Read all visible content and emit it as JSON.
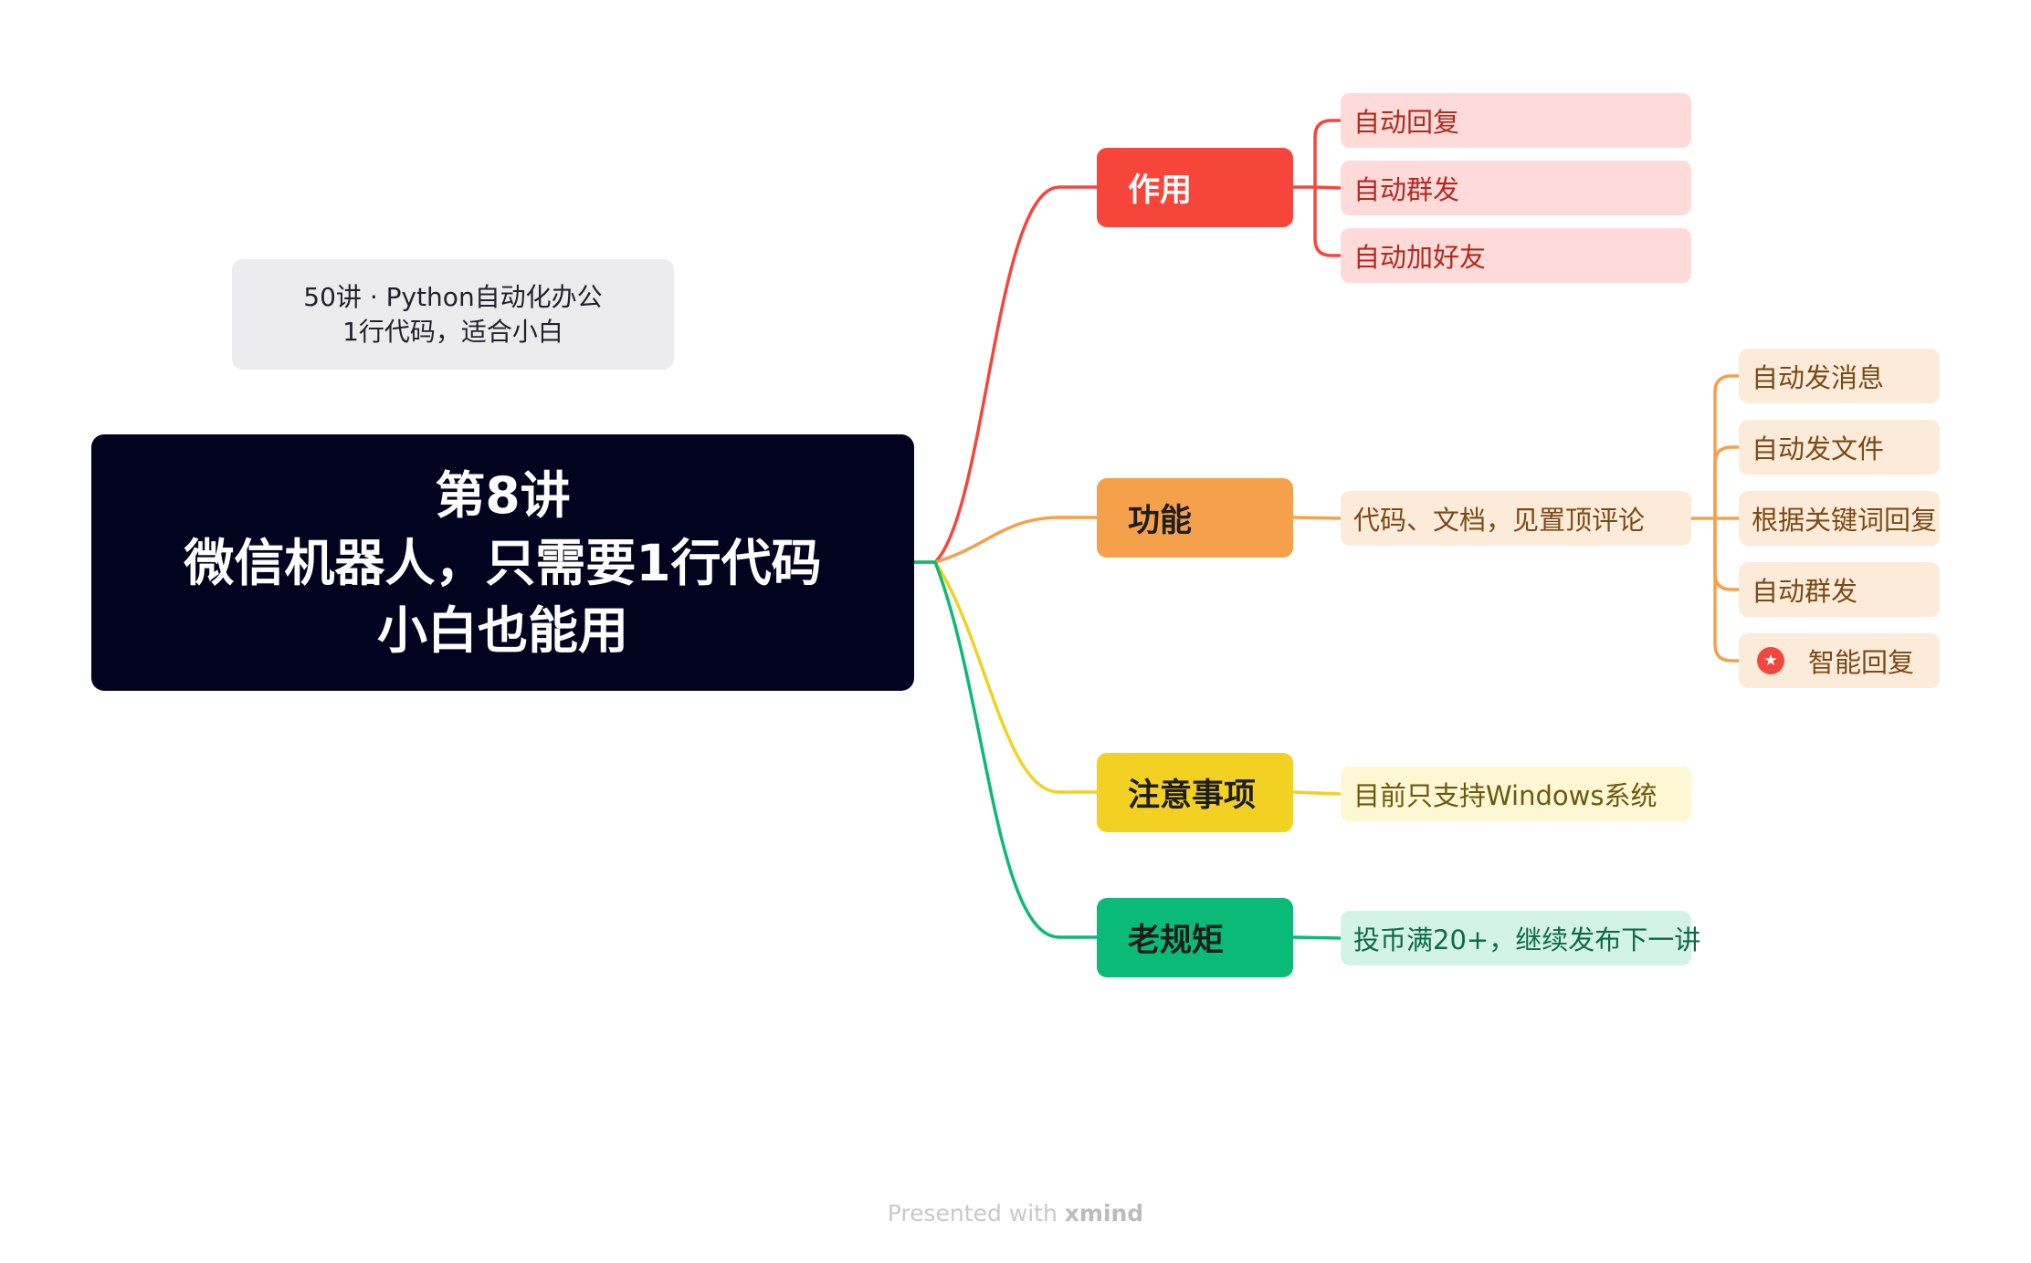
{
  "note": {
    "line1": "50讲 · Python自动化办公",
    "line2": "1行代码，适合小白"
  },
  "central": {
    "line1": "第8讲",
    "line2": "微信机器人，只需要1行代码",
    "line3": "小白也能用"
  },
  "branches": [
    {
      "label": "作用",
      "color": "#f8453b",
      "children": [
        "自动回复",
        "自动群发",
        "自动加好友"
      ]
    },
    {
      "label": "功能",
      "color": "#f5a04a",
      "child": "代码、文档，见置顶评论",
      "children": [
        "自动发消息",
        "自动发文件",
        "根据关键词回复",
        "自动群发",
        "智能回复"
      ]
    },
    {
      "label": "注意事项",
      "color": "#f2d122",
      "children": [
        "目前只支持Windows系统"
      ]
    },
    {
      "label": "老规矩",
      "color": "#0aba77",
      "children": [
        "投币满20+，继续发布下一讲"
      ]
    }
  ],
  "footer": {
    "prefix": "Presented with ",
    "brand": "xmind"
  }
}
